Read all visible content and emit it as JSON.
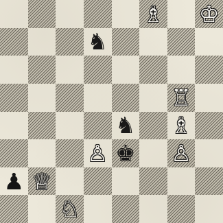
{
  "board": {
    "files": [
      "a",
      "b",
      "c",
      "d",
      "e",
      "f",
      "g",
      "h"
    ],
    "ranks": [
      8,
      7,
      6,
      5,
      4,
      3,
      2,
      1
    ],
    "pieces": [
      {
        "square": "f8",
        "glyph": "♗",
        "color": "white",
        "icon": "white-bishop-icon"
      },
      {
        "square": "h8",
        "glyph": "♔",
        "color": "white",
        "icon": "white-king-icon"
      },
      {
        "square": "d7",
        "glyph": "♞",
        "color": "black",
        "icon": "black-knight-icon"
      },
      {
        "square": "g5",
        "glyph": "♖",
        "color": "white",
        "icon": "white-rook-icon"
      },
      {
        "square": "e4",
        "glyph": "♞",
        "color": "black",
        "icon": "black-knight-icon"
      },
      {
        "square": "g4",
        "glyph": "♗",
        "color": "white",
        "icon": "white-bishop-icon"
      },
      {
        "square": "d3",
        "glyph": "♙",
        "color": "white",
        "icon": "white-pawn-icon"
      },
      {
        "square": "e3",
        "glyph": "♚",
        "color": "black",
        "icon": "black-king-icon"
      },
      {
        "square": "g3",
        "glyph": "♙",
        "color": "white",
        "icon": "white-pawn-icon"
      },
      {
        "square": "a2",
        "glyph": "♟",
        "color": "black",
        "icon": "black-pawn-icon"
      },
      {
        "square": "b2",
        "glyph": "♕",
        "color": "white",
        "icon": "white-queen-icon"
      },
      {
        "square": "c1",
        "glyph": "♘",
        "color": "white",
        "icon": "white-knight-icon"
      }
    ]
  },
  "colors": {
    "light_square": "#ece8da",
    "dark_square": "#b9b4a6",
    "ink": "#141414"
  }
}
